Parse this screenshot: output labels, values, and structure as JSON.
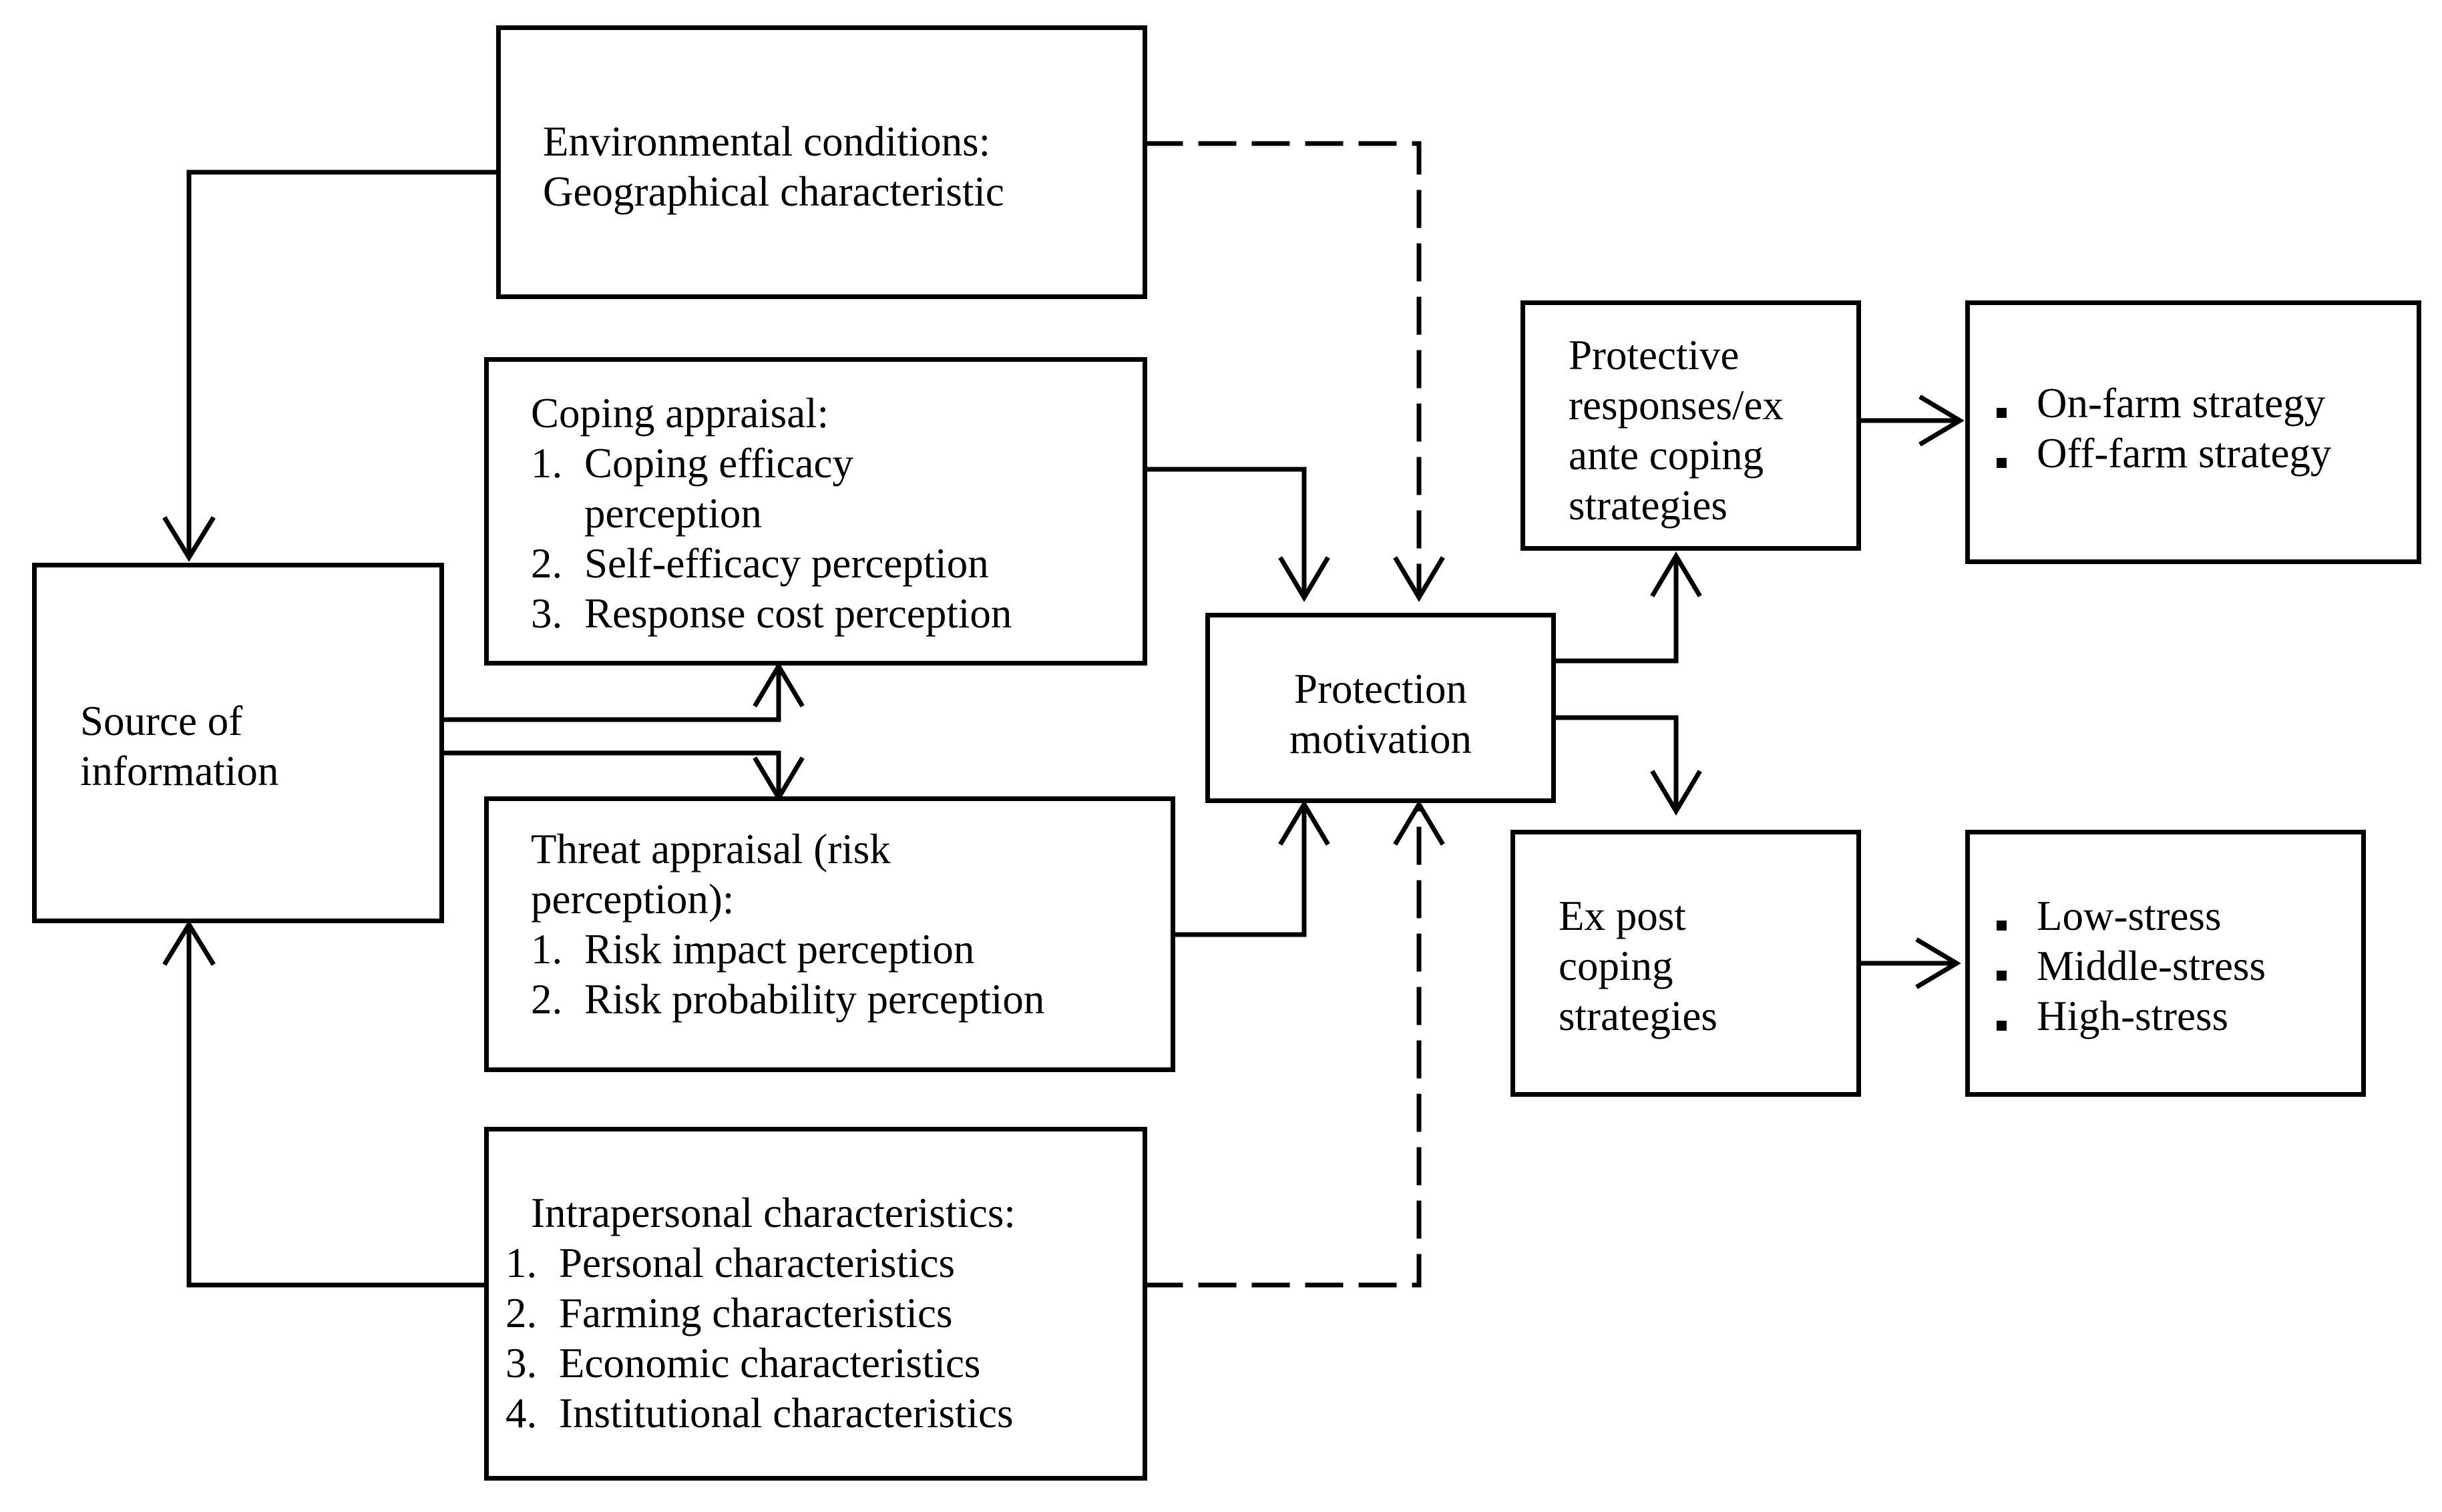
{
  "environmental": {
    "lines": [
      "Environmental conditions:",
      "Geographical characteristic"
    ]
  },
  "coping": {
    "title": "Coping appraisal:",
    "items": [
      {
        "n": "1.",
        "text": "Coping efficacy",
        "cont": "perception"
      },
      {
        "n": "2.",
        "text": "Self-efficacy perception"
      },
      {
        "n": "3.",
        "text": "Response cost perception"
      }
    ]
  },
  "source": {
    "lines": [
      "Source of",
      "information"
    ]
  },
  "threat": {
    "title_lines": [
      "Threat appraisal (risk",
      "perception):"
    ],
    "items": [
      {
        "n": "1.",
        "text": "Risk impact perception"
      },
      {
        "n": "2.",
        "text": "Risk probability perception"
      }
    ]
  },
  "intrapersonal": {
    "title": "Intrapersonal characteristics:",
    "items": [
      {
        "n": "1.",
        "text": "Personal characteristics"
      },
      {
        "n": "2.",
        "text": "Farming characteristics"
      },
      {
        "n": "3.",
        "text": "Economic characteristics"
      },
      {
        "n": "4.",
        "text": "Institutional characteristics"
      }
    ]
  },
  "motivation": {
    "lines": [
      "Protection",
      "motivation"
    ]
  },
  "protective": {
    "lines": [
      "Protective",
      "responses/ex",
      "ante coping",
      "strategies"
    ]
  },
  "expost": {
    "lines": [
      "Ex post",
      "coping",
      "strategies"
    ]
  },
  "ante_outcomes": {
    "bullets": [
      "On-farm strategy",
      "Off-farm strategy"
    ]
  },
  "post_outcomes": {
    "bullets": [
      "Low-stress",
      "Middle-stress",
      "High-stress"
    ]
  }
}
